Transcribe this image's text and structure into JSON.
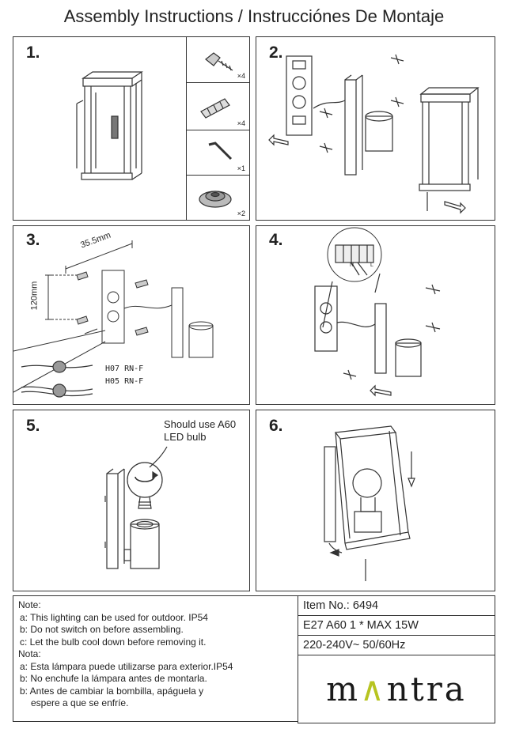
{
  "page": {
    "title": "Assembly Instructions / Instrucciónes De Montaje"
  },
  "steps": [
    {
      "number": "1."
    },
    {
      "number": "2."
    },
    {
      "number": "3."
    },
    {
      "number": "4."
    },
    {
      "number": "5."
    },
    {
      "number": "6."
    }
  ],
  "parts": [
    {
      "name": "screw-icon",
      "qty": "×4"
    },
    {
      "name": "wall-plug-icon",
      "qty": "×4"
    },
    {
      "name": "allen-key-icon",
      "qty": "×1"
    },
    {
      "name": "cable-gland-icon",
      "qty": "×2"
    }
  ],
  "step3": {
    "dim_horizontal": "35.5mm",
    "dim_vertical": "120mm",
    "cable_1": "H07 RN-F",
    "cable_2": "H05 RN-F"
  },
  "step4": {
    "terminal_n": "N",
    "terminal_l": "L"
  },
  "step5": {
    "note_line1": "Should use A60",
    "note_line2": "LED bulb"
  },
  "notes": {
    "en_header": "Note:",
    "en_a": "a: This lighting can be used for outdoor. IP54",
    "en_b": "b: Do not switch on before assembling.",
    "en_c": "c: Let the bulb cool down before removing it.",
    "es_header": "Nota:",
    "es_a": "a: Esta lámpara puede utilizarse para exterior.IP54",
    "es_b": "b: No enchufe la lámpara antes de montarla.",
    "es_c1": "b: Antes de cambiar la bombilla, apáguela y",
    "es_c2": "espere a que se enfríe."
  },
  "spec": {
    "item": "Item No.:  6494",
    "bulb": "E27 A60  1 * MAX 15W",
    "voltage": "220-240V~ 50/60Hz"
  },
  "brand": {
    "pre": "m",
    "accent": "∧",
    "post": "ntra",
    "accent_color": "#b7c421"
  }
}
